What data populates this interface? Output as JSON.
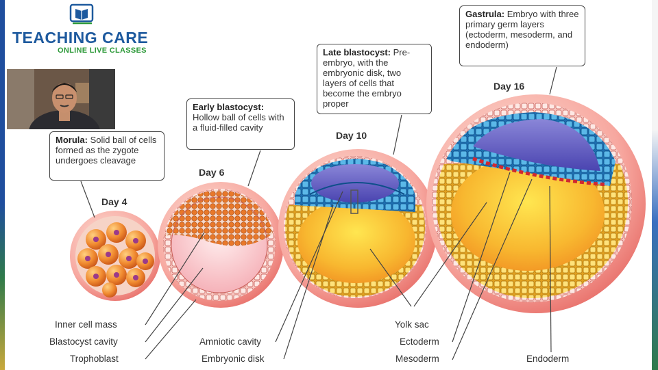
{
  "logo": {
    "title": "TEACHING CARE",
    "subtitle": "ONLINE LIVE CLASSES"
  },
  "colors": {
    "brand_blue": "#1e5a9e",
    "brand_green": "#2e9a3a"
  },
  "stages": {
    "morula": {
      "day": "Day 4",
      "title": "Morula:",
      "text": "Solid ball of cells formed as the zygote undergoes cleavage"
    },
    "early": {
      "day": "Day 6",
      "title": "Early blastocyst:",
      "text": "Hollow ball of cells with a fluid-filled cavity"
    },
    "late": {
      "day": "Day 10",
      "title": "Late blastocyst:",
      "text": "Pre-embryo, with the embryonic disk, two layers of cells that become the embryo proper"
    },
    "gastrula": {
      "day": "Day 16",
      "title": "Gastrula:",
      "text": "Embryo with three primary germ layers (ectoderm, mesoderm, and endoderm)"
    }
  },
  "labels": {
    "inner_cell_mass": "Inner cell mass",
    "blastocyst_cavity": "Blastocyst cavity",
    "trophoblast": "Trophoblast",
    "amniotic_cavity": "Amniotic cavity",
    "embryonic_disk": "Embryonic disk",
    "yolk_sac": "Yolk sac",
    "ectoderm": "Ectoderm",
    "mesoderm": "Mesoderm",
    "endoderm": "Endoderm"
  }
}
